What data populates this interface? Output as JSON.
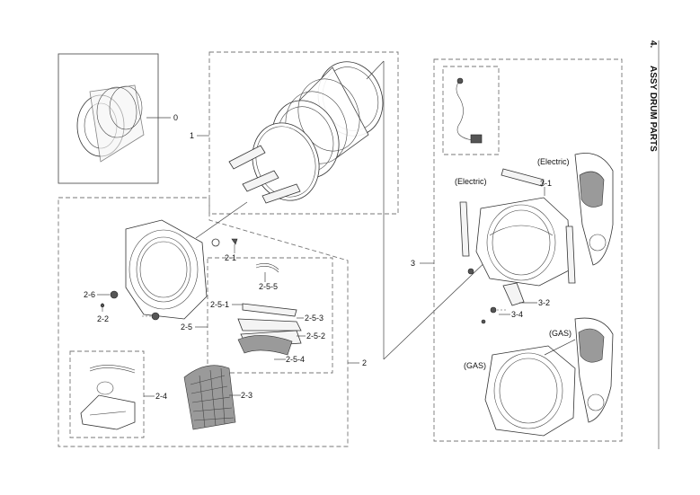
{
  "header": {
    "number": "4.",
    "title": "ASSY DRUM PARTS"
  },
  "labels": {
    "p0": "0",
    "p1": "1",
    "p2": "2",
    "p2_1": "2-1",
    "p2_2": "2-2",
    "p2_3": "2-3",
    "p2_4": "2-4",
    "p2_5": "2-5",
    "p2_5_1": "2-5-1",
    "p2_5_2": "2-5-2",
    "p2_5_3": "2-5-3",
    "p2_5_4": "2-5-4",
    "p2_5_5": "2-5-5",
    "p2_6": "2-6",
    "p3": "3",
    "p3_1": "3-1",
    "p3_2": "3-2",
    "p3_4": "3-4"
  },
  "variants": {
    "electric_left": "(Electric)",
    "electric_right": "(Electric)",
    "gas_left": "(GAS)",
    "gas_right": "(GAS)"
  }
}
